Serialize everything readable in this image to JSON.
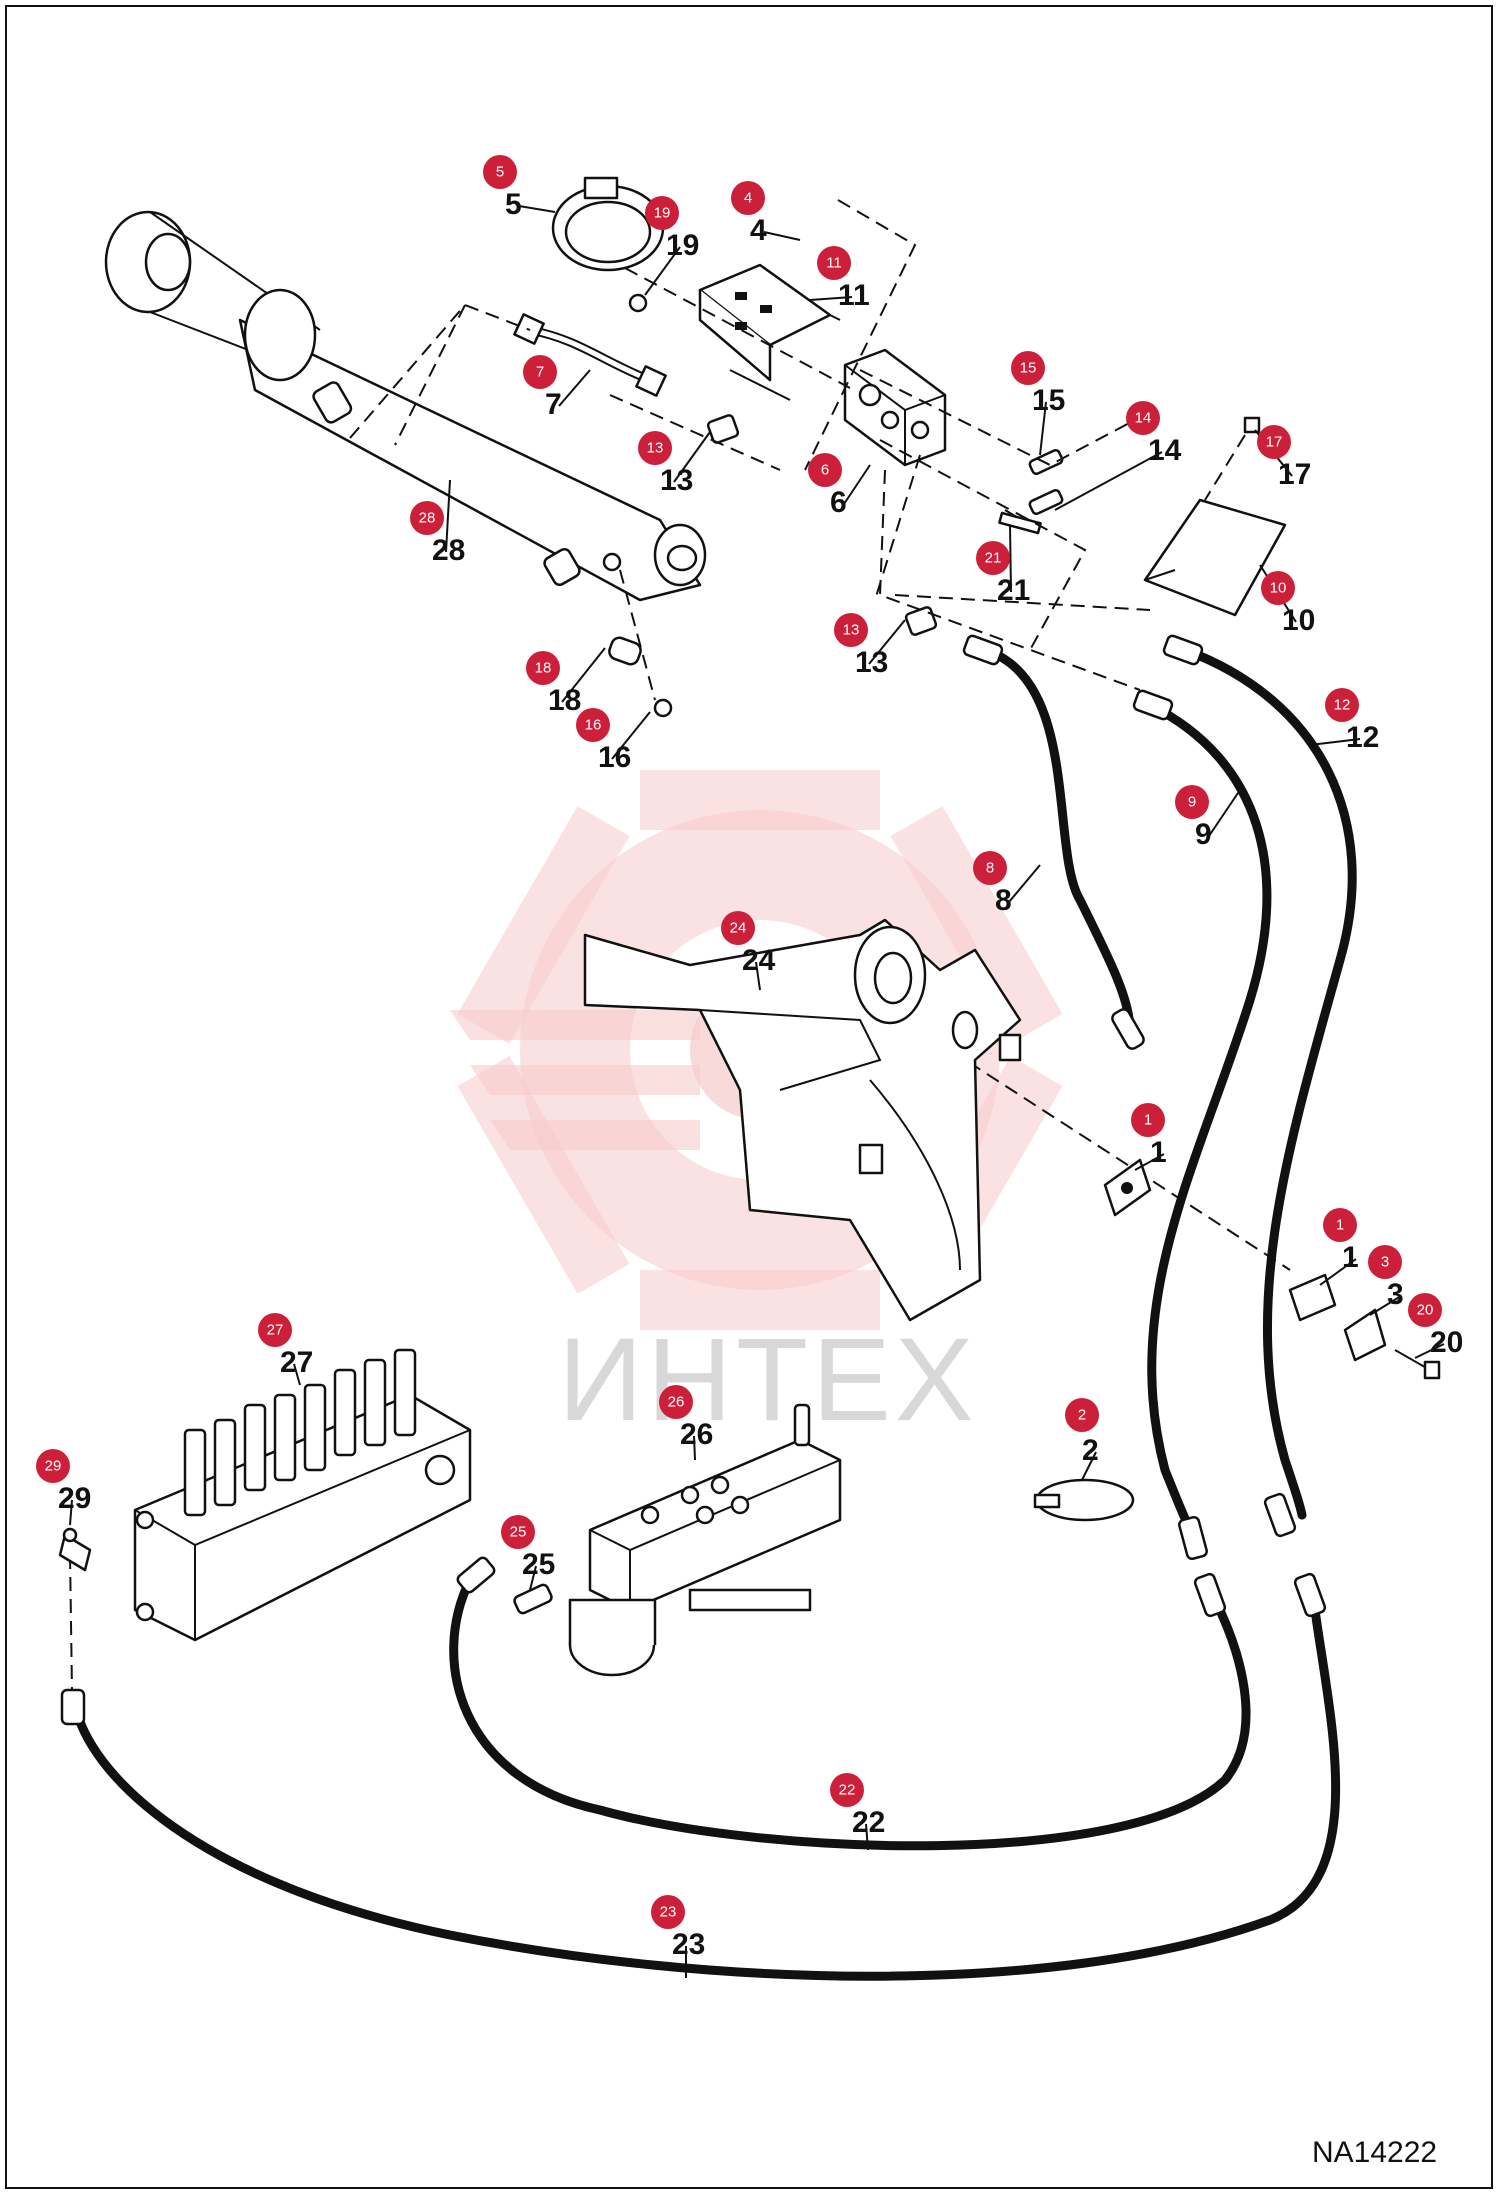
{
  "figure": {
    "reference_code": "NA14222",
    "watermark_text": "ИНТЕХ",
    "colors": {
      "badge": "#cc1f3a",
      "line": "#111111",
      "watermark": "#f6c4c4"
    }
  },
  "callouts": [
    {
      "n": "1",
      "badge": "1",
      "label": "1"
    },
    {
      "n": "1b",
      "badge": "1",
      "label": "1"
    },
    {
      "n": "2",
      "badge": "2",
      "label": "2"
    },
    {
      "n": "3",
      "badge": "3",
      "label": "3"
    },
    {
      "n": "4",
      "badge": "4",
      "label": "4"
    },
    {
      "n": "5",
      "badge": "5",
      "label": "5"
    },
    {
      "n": "6",
      "badge": "6",
      "label": "6"
    },
    {
      "n": "7",
      "badge": "7",
      "label": "7"
    },
    {
      "n": "8",
      "badge": "8",
      "label": "8"
    },
    {
      "n": "9",
      "badge": "9",
      "label": "9"
    },
    {
      "n": "10",
      "badge": "10",
      "label": "10"
    },
    {
      "n": "11",
      "badge": "11",
      "label": "11"
    },
    {
      "n": "12",
      "badge": "12",
      "label": "12"
    },
    {
      "n": "13",
      "badge": "13",
      "label": "13"
    },
    {
      "n": "13b",
      "badge": "13",
      "label": "13"
    },
    {
      "n": "14",
      "badge": "14",
      "label": "14"
    },
    {
      "n": "15",
      "badge": "15",
      "label": "15"
    },
    {
      "n": "16",
      "badge": "16",
      "label": "16"
    },
    {
      "n": "17",
      "badge": "17",
      "label": "17"
    },
    {
      "n": "18",
      "badge": "18",
      "label": "18"
    },
    {
      "n": "19",
      "badge": "19",
      "label": "19"
    },
    {
      "n": "20",
      "badge": "20",
      "label": "20"
    },
    {
      "n": "21",
      "badge": "21",
      "label": "21"
    },
    {
      "n": "22",
      "badge": "22",
      "label": "22"
    },
    {
      "n": "23",
      "badge": "23",
      "label": "23"
    },
    {
      "n": "24",
      "badge": "24",
      "label": "24"
    },
    {
      "n": "25",
      "badge": "25",
      "label": "25"
    },
    {
      "n": "26",
      "badge": "26",
      "label": "26"
    },
    {
      "n": "27",
      "badge": "27",
      "label": "27"
    },
    {
      "n": "28",
      "badge": "28",
      "label": "28"
    },
    {
      "n": "29",
      "badge": "29",
      "label": "29"
    }
  ]
}
